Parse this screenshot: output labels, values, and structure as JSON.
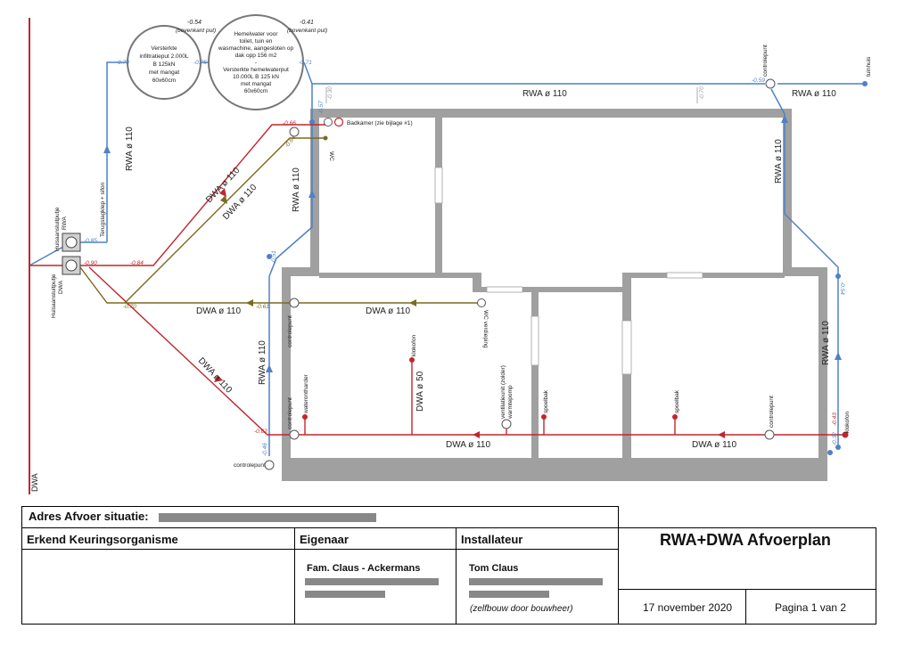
{
  "colors": {
    "rwa": "#4f81c7",
    "dwa": "#c0262d",
    "dwa_olive": "#7a6a1d",
    "wall": "#a0a0a0",
    "grey_text": "#9a9a9a"
  },
  "wells": {
    "infiltration": {
      "level": "-0.54",
      "note": "(bovenkant put)",
      "lines": [
        "Versterkte",
        "infiltratieput 2.000L",
        "B 125kN",
        "met mangat",
        "60x60cm"
      ]
    },
    "rainwater": {
      "level": "-0.41",
      "note": "(bovenkant put)",
      "lines": [
        "Hemelwater voor",
        "toilet, tuin en",
        "wasmachine, aangesloten op",
        "dak opp 156 m2",
        "-",
        "Versterkte hemelwaterput",
        "10.000L B 125 kN",
        "met mangat",
        "60x60cm"
      ]
    }
  },
  "labels": {
    "rwa_110": "RWA ø 110",
    "dwa_110": "DWA ø 110",
    "dwa_50": "DWA ø 50",
    "dwa_vertical": "DWA",
    "huisaansluit_rwa": [
      "Huisaansluitputje",
      "RWA"
    ],
    "huisaansluit_dwa": [
      "Huisaansluitputje",
      "DWA"
    ],
    "terugslagklep": "Terugslagklep + sifon",
    "controlepunt": "controlepunt",
    "tuinhuis": "tuinhuis",
    "badkamer": "Badkamer (zie bijlage #1)",
    "wc": "WC",
    "wc_verdieping": "WC verdieping",
    "waterontharder": "waterontharder",
    "klokofon": "klokofon",
    "ventilatie": "ventilatieunit (zolder)",
    "warmtepomp": "warmtepomp",
    "spoelbak": "spoelbak",
    "spoelbak2": "spoelbak",
    "klokofon2": "klokofon"
  },
  "levels": {
    "l079": "-0.79",
    "l075": "-0.75",
    "l071": "-0.71",
    "l030": "-0.30",
    "l070a": "-0.70",
    "l057": "-0.57",
    "l059": "-0.59",
    "l085": "-0.85",
    "l090": "-0.90",
    "l084": "-0.84",
    "l070": "-0.70",
    "l061": "-0.61",
    "l066": "-0.66",
    "l064": "-0.64",
    "l051": "-0.51",
    "l062": "-0.62",
    "l046": "-0.46",
    "l054": "-0.54",
    "l043": "-0.43",
    "l032": "-0.32"
  },
  "titleblock": {
    "address_label": "Adres Afvoer situatie:",
    "keuring": "Erkend Keuringsorganisme",
    "eigenaar": "Eigenaar",
    "installateur": "Installateur",
    "plan_title": "RWA+DWA Afvoerplan",
    "owner_name": "Fam. Claus - Ackermans",
    "installer_name": "Tom Claus",
    "installer_note": "(zelfbouw door bouwheer)",
    "date": "17 november 2020",
    "page": "Pagina 1 van 2"
  }
}
